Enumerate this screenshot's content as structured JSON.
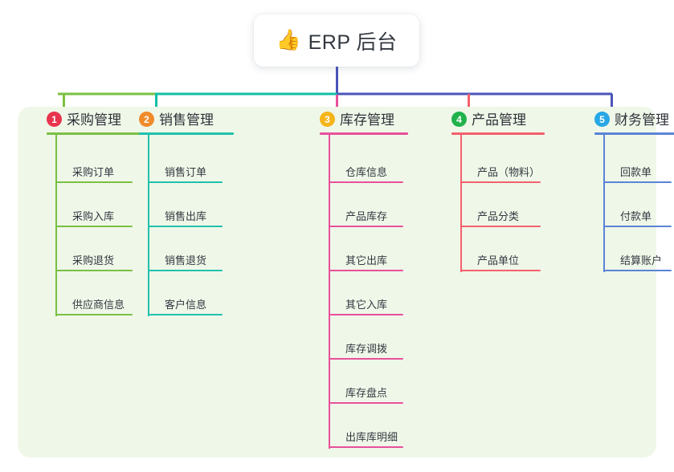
{
  "title": {
    "icon": "thumbs-up-icon",
    "emoji": "👍",
    "text": "ERP 后台"
  },
  "colors": {
    "panel_bg": "#eff7e9",
    "page_bg": "#ffffff",
    "bus_left": "#7ac043",
    "bus_mid": "#12bfa4",
    "bus_right": "#4a55b8",
    "title_drop": "#4a55b8"
  },
  "columns": [
    {
      "number": "1",
      "badge_color": "#e8344e",
      "line_color": "#7ac043",
      "title": "采购管理",
      "items": [
        "采购订单",
        "采购入库",
        "采购退货",
        "供应商信息"
      ]
    },
    {
      "number": "2",
      "badge_color": "#f08a2a",
      "line_color": "#1fc2ac",
      "title": "销售管理",
      "items": [
        "销售订单",
        "销售出库",
        "销售退货",
        "客户信息"
      ]
    },
    {
      "number": "3",
      "badge_color": "#f5b51a",
      "line_color": "#e8509b",
      "title": "库存管理",
      "items": [
        "仓库信息",
        "产品库存",
        "其它出库",
        "其它入库",
        "库存调拨",
        "库存盘点",
        "出库库明细"
      ]
    },
    {
      "number": "4",
      "badge_color": "#21b24b",
      "line_color": "#f4606c",
      "title": "产品管理",
      "items": [
        "产品（物料）",
        "产品分类",
        "产品单位"
      ]
    },
    {
      "number": "5",
      "badge_color": "#27a7e5",
      "line_color": "#5b84d6",
      "title": "财务管理",
      "items": [
        "回款单",
        "付款单",
        "结算账户"
      ]
    }
  ]
}
